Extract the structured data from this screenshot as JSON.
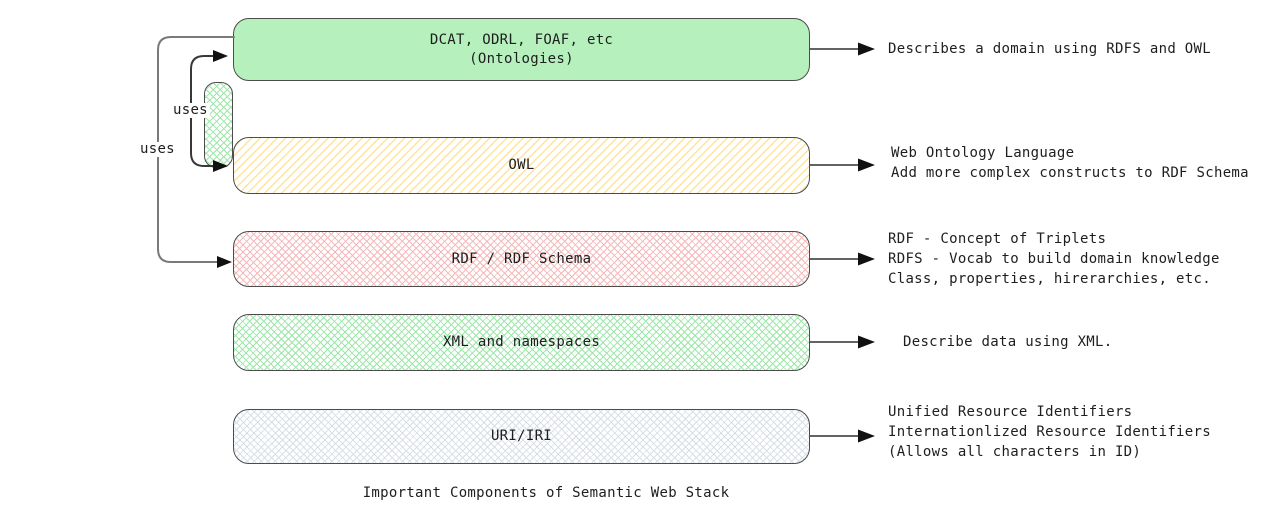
{
  "caption": "Important Components of Semantic Web Stack",
  "colors": {
    "green_solid": "#b5f0bd",
    "green_hatch": "#9ce7a9",
    "yellow_hatch": "#ffe39a",
    "pink_hatch": "#f5b9b9",
    "gray_hatch": "#d9dfe7",
    "border": "#4c4c4c",
    "edge_dark": "#383838",
    "edge_gray": "#7a7a7a",
    "arrowhead": "#111111",
    "text": "#1e1e1e"
  },
  "nodes": [
    {
      "id": "ontologies",
      "line1": "DCAT, ODRL, FOAF, etc",
      "line2": "(Ontologies)"
    },
    {
      "id": "owl",
      "label": "OWL"
    },
    {
      "id": "rdf",
      "label": "RDF / RDF Schema"
    },
    {
      "id": "xml",
      "label": "XML and namespaces"
    },
    {
      "id": "uri",
      "label": "URI/IRI"
    }
  ],
  "edge_labels": [
    {
      "label": "uses"
    },
    {
      "label": "uses"
    }
  ],
  "annotations": [
    {
      "text": "Describes a domain using RDFS and OWL"
    },
    {
      "text": "Web Ontology Language\nAdd more complex constructs to RDF Schema"
    },
    {
      "text": "RDF - Concept of Triplets\nRDFS - Vocab to build domain knowledge\nClass, properties, hirerarchies, etc."
    },
    {
      "text": "Describe data using XML."
    },
    {
      "text": "Unified Resource Identifiers\nInternationlized Resource Identifiers\n(Allows all characters in ID)"
    }
  ]
}
